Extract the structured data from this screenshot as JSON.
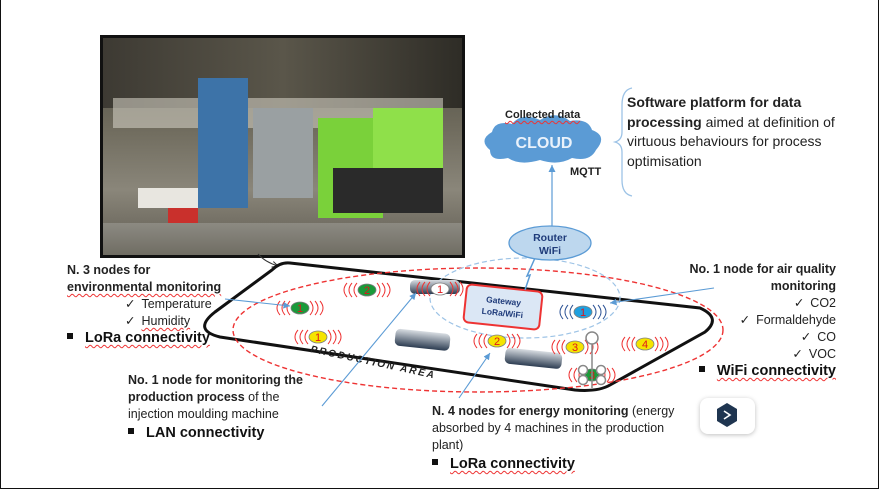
{
  "cloud": {
    "label": "CLOUD",
    "caption": "Collected data",
    "protocol": "MQTT",
    "color": "#5b9bd5"
  },
  "platform": {
    "bold": "Software platform for data processing",
    "rest": " aimed at  definition of virtuous behaviours for process optimisation"
  },
  "router": {
    "line1": "Router",
    "line2": "WiFi"
  },
  "gateway": {
    "line1": "Gateway",
    "line2": "LoRa/WiFi"
  },
  "area_label": "PRODUCTION AREA",
  "env": {
    "title_line1": "N. 3 nodes for",
    "title_line2": "environmental monitoring",
    "items": [
      "Temperature",
      "Humidity"
    ],
    "connectivity": "LoRa connectivity"
  },
  "process": {
    "bold1": "No. 1 node for monitoring the",
    "bold2": "production process",
    "rest2": " of the",
    "line3": "injection moulding machine",
    "connectivity": "LAN connectivity"
  },
  "air": {
    "title_line1": "No. 1 node for air quality",
    "title_line2": "monitoring",
    "items": [
      "CO2",
      "Formaldehyde",
      "CO",
      "VOC"
    ],
    "connectivity": "WiFi connectivity"
  },
  "energy": {
    "bold": "N. 4 nodes for energy monitoring",
    "rest1": " (energy",
    "line2": "absorbed by 4 machines in the production",
    "line3": "plant)",
    "connectivity": "LoRa connectivity"
  },
  "nodes": [
    {
      "label": "1",
      "color": "#1a9a3a"
    },
    {
      "label": "2",
      "color": "#1a9a3a"
    },
    {
      "label": "1",
      "color": "#f5e400"
    },
    {
      "label": "1",
      "color": "#ffffff"
    },
    {
      "label": "1",
      "color": "#1ea0e0"
    },
    {
      "label": "2",
      "color": "#f5e400"
    },
    {
      "label": "3",
      "color": "#f5e400"
    },
    {
      "label": "4",
      "color": "#f5e400"
    },
    {
      "label": "3",
      "color": "#1a9a3a"
    }
  ],
  "check_mark": "✓"
}
